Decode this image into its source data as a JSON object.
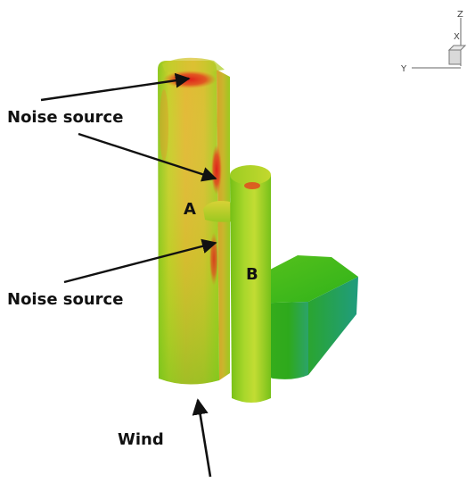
{
  "labels": {
    "noise_top": "Noise source",
    "noise_bottom": "Noise source",
    "wind": "Wind",
    "tower_a": "A",
    "tower_b": "B"
  },
  "axes": {
    "z": "Z",
    "x": "X",
    "y": "Y"
  }
}
